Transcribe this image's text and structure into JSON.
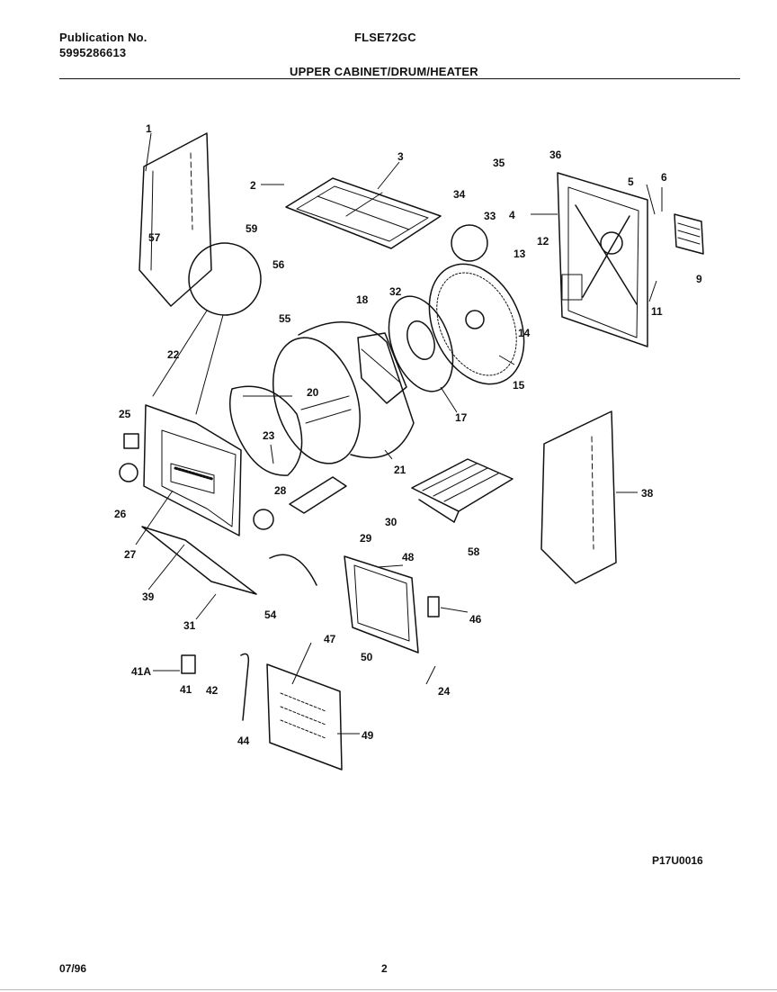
{
  "header": {
    "publication_label": "Publication No.",
    "publication_number": "5995286613",
    "model": "FLSE72GC",
    "section_title": "UPPER CABINET/DRUM/HEATER"
  },
  "diagram": {
    "labels": [
      "1",
      "2",
      "3",
      "4",
      "5",
      "6",
      "9",
      "11",
      "12",
      "13",
      "14",
      "15",
      "17",
      "18",
      "20",
      "21",
      "22",
      "23",
      "24",
      "25",
      "26",
      "27",
      "28",
      "29",
      "30",
      "31",
      "32",
      "33",
      "34",
      "35",
      "36",
      "38",
      "39",
      "41",
      "41A",
      "42",
      "44",
      "46",
      "47",
      "48",
      "49",
      "50",
      "54",
      "55",
      "56",
      "57",
      "58",
      "59"
    ],
    "code": "P17U0016"
  },
  "footer": {
    "date": "07/96",
    "page": "2"
  }
}
